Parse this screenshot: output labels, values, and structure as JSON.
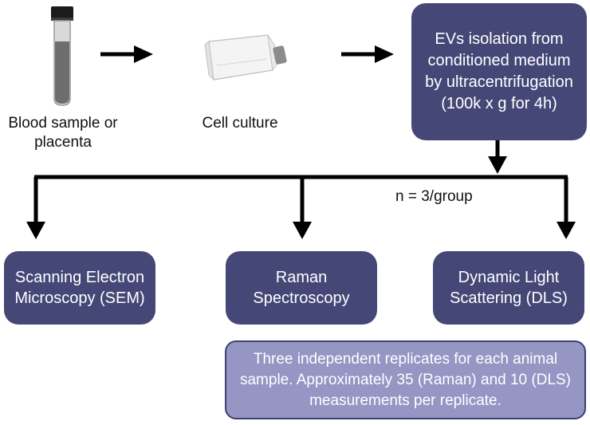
{
  "colors": {
    "box_fill": "#454877",
    "note_fill": "#9596c4",
    "note_border": "#3d4073",
    "arrow": "#000000"
  },
  "icons": [
    "blood-tube-icon",
    "culture-flask-icon"
  ],
  "steps": {
    "blood": "Blood sample or placenta",
    "culture": "Cell culture",
    "isolation": "EVs isolation from conditioned medium by ultracentrifugation (100k x g for 4h)"
  },
  "n_label": "n = 3/group",
  "methods": {
    "sem": "Scanning Electron Microscopy (SEM)",
    "raman": "Raman Spectroscopy",
    "dls": "Dynamic Light Scattering (DLS)"
  },
  "note": "Three independent replicates for each animal sample. Approximately 35 (Raman) and 10 (DLS) measurements  per replicate."
}
